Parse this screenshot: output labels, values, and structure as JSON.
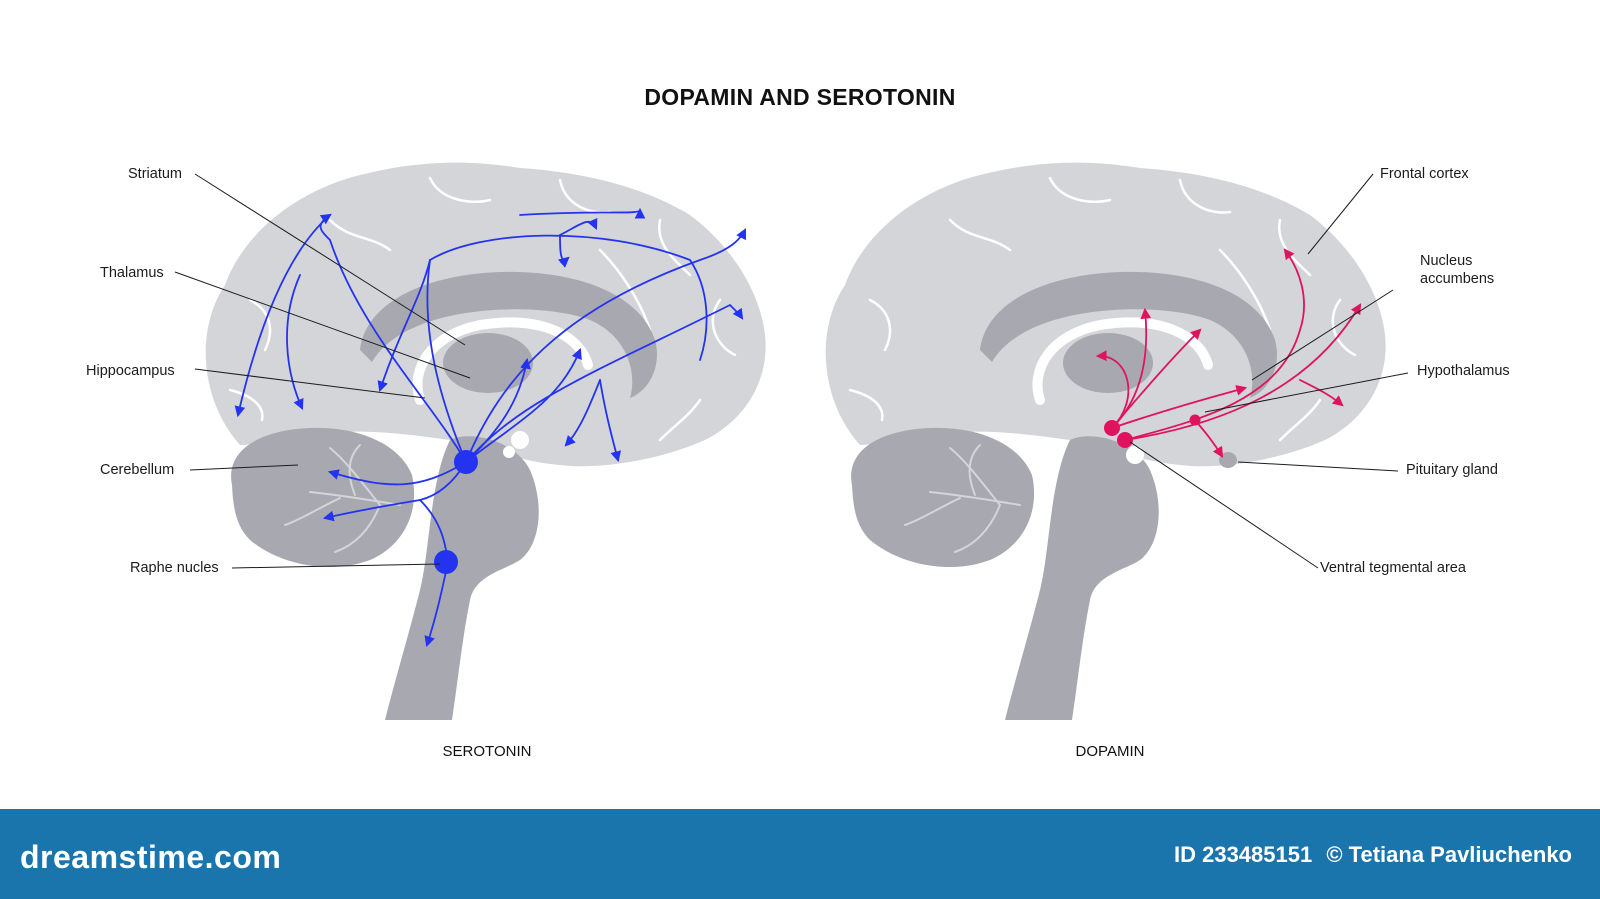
{
  "title": "DOPAMIN AND SEROTONIN",
  "panels": {
    "serotonin": {
      "caption": "SEROTONIN",
      "labels": [
        "Striatum",
        "Thalamus",
        "Hippocampus",
        "Cerebellum",
        "Raphe nucles"
      ],
      "color": "#2433f0"
    },
    "dopamin": {
      "caption": "DOPAMIN",
      "labels": [
        "Frontal cortex",
        "Nucleus\naccumbens",
        "Hypothalamus",
        "Pituitary gland",
        "Ventral tegmental area"
      ],
      "color": "#e0135f"
    }
  },
  "colors": {
    "brain_light": "#d3d5d9",
    "brain_dark": "#a8a9b0",
    "footer": "#1a75ad"
  },
  "footer": {
    "brand": "dreamstime.com",
    "id_text": "ID 233485151",
    "author": "© Tetiana Pavliuchenko"
  }
}
